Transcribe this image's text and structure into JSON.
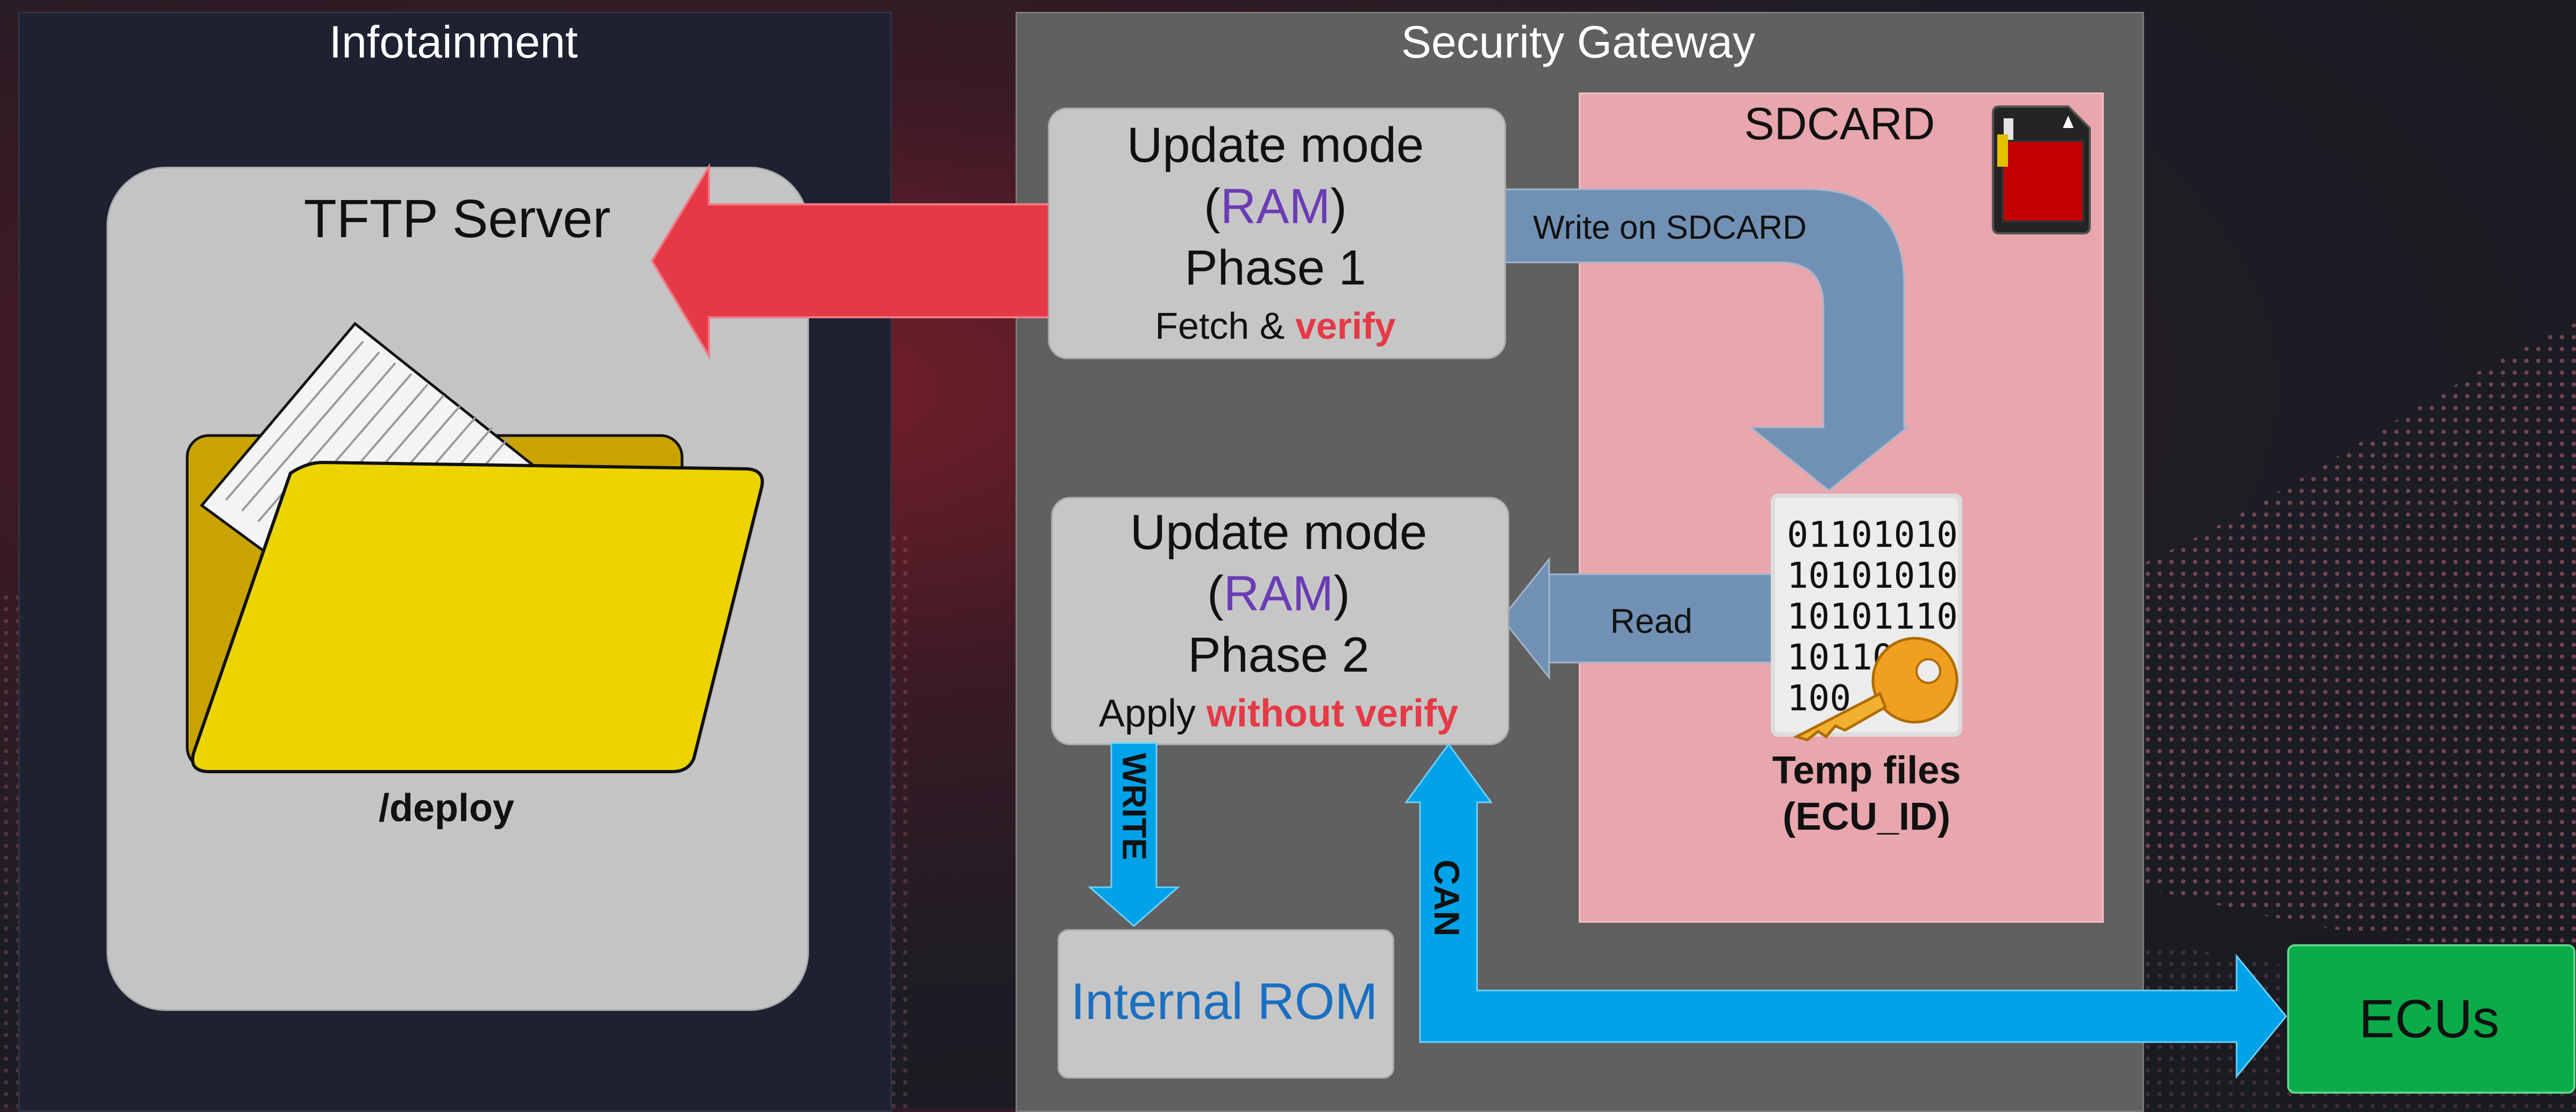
{
  "colors": {
    "red_arrow": "#e63946",
    "blue_gray_arrow": "#7191b4",
    "cyan_arrow": "#00a2e8",
    "sdcard_bg": "#e8a6ad",
    "gateway_bg": "#5f5f5f",
    "infotainment_bg": "#1f2230",
    "ecus_green": "#0bab4a",
    "folder_yellow": "#ecd400",
    "key_orange": "#f0a020"
  },
  "infotainment": {
    "title": "Infotainment",
    "tftp_server": "TFTP Server",
    "folder_label": "/deploy"
  },
  "gateway": {
    "title": "Security Gateway",
    "phase1": {
      "line1": "Update mode",
      "paren_open": "(",
      "ram": "RAM",
      "paren_close": ")",
      "phase": "Phase 1",
      "action": "Fetch &",
      "action_highlight": "verify"
    },
    "phase2": {
      "line1": "Update mode",
      "paren_open": "(",
      "ram": "RAM",
      "paren_close": ")",
      "phase": "Phase 2",
      "action": "Apply",
      "action_highlight": "without verify"
    },
    "internal_rom": "Internal ROM"
  },
  "sdcard": {
    "title": "SDCARD",
    "write_label": "Write on SDCARD",
    "read_label": "Read",
    "binary_lines": [
      "01101010",
      "10101010",
      "10101110",
      "1011001",
      "100"
    ],
    "temp_files_line1": "Temp files",
    "temp_files_line2": "(ECU_ID)"
  },
  "arrows": {
    "write": "WRITE",
    "can": "CAN"
  },
  "ecus": "ECUs",
  "icons": [
    "folder-icon",
    "document-icon",
    "sd-card-icon",
    "binary-file-icon",
    "key-icon"
  ]
}
